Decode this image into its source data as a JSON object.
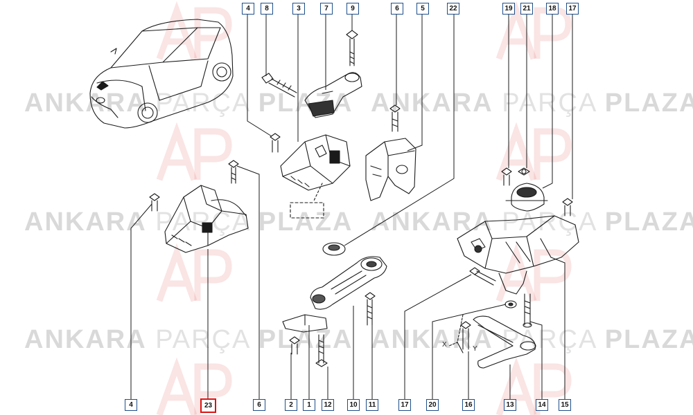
{
  "watermark": {
    "brand_first": "ANKARA",
    "brand_middle": "PARÇA",
    "brand_last": "PLAZA",
    "logo_letters": "AP",
    "logo_color": "#e05a5a"
  },
  "colors": {
    "callout_border": "#1d4e8a",
    "highlight_border": "#dd1111",
    "line": "#1a1a1a"
  },
  "callouts": {
    "top": [
      "4",
      "8",
      "3",
      "7",
      "9",
      "6",
      "5",
      "22",
      "19",
      "21",
      "18",
      "17"
    ],
    "bottom": [
      "4",
      "23",
      "6",
      "2",
      "1",
      "12",
      "10",
      "11",
      "17",
      "20",
      "16",
      "13",
      "14",
      "15"
    ],
    "highlighted": "23"
  },
  "axis_labels": {
    "x": "X",
    "y": "Y"
  }
}
